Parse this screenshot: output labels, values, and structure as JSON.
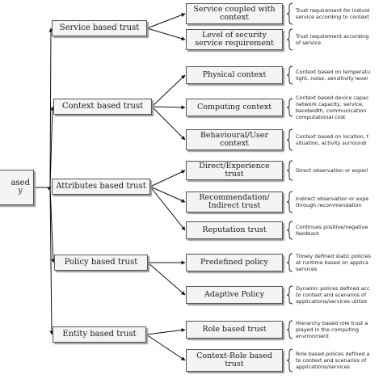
{
  "root_label": "ased\ny",
  "categories": [
    {
      "label": "Service based trust",
      "subs": [
        {
          "label": "Service coupled with\ncontext",
          "note": "Trust requirement for individ\nservice according to context"
        },
        {
          "label": "Level of security\nservice requirement",
          "note": "Trust requirement according\nof service"
        }
      ]
    },
    {
      "label": "Context based trust",
      "subs": [
        {
          "label": "Physical context",
          "note": "Context based on temperatu\nlight, noise, sensitivity level"
        },
        {
          "label": "Computing context",
          "note": "Context based device capac\nnetwork capacity, service,\nbandwidth, communication\ncomputational cost"
        },
        {
          "label": "Behavioural/User\ncontext",
          "note": "Context based on location, t\nsituation, activity surroundi"
        }
      ]
    },
    {
      "label": "Attributes based trust",
      "subs": [
        {
          "label": "Direct/Experience\ntrust",
          "note": "Direct observation or experi"
        },
        {
          "label": "Recommendation/\nIndirect trust",
          "note": "Indirect observation or expe\nthrough recommendation"
        },
        {
          "label": "Reputation trust",
          "note": "Continues positive/negative\nfeedback"
        }
      ]
    },
    {
      "label": "Policy based trust",
      "subs": [
        {
          "label": "Predefined policy",
          "note": "Timely defined static policies\nat runtime based on applica\nservices"
        },
        {
          "label": "Adaptive Policy",
          "note": "Dynamic polices defined acc\nto context and scenarios of\napplications/services utilize"
        }
      ]
    },
    {
      "label": "Entity based trust",
      "subs": [
        {
          "label": "Role based trust",
          "note": "Hierarchy based role trust a\nplayed in the computing\nenvironment"
        },
        {
          "label": "Context-Role based\ntrust",
          "note": "Role based polices defined a\nto context and scenarios of\napplications/services"
        }
      ]
    }
  ]
}
